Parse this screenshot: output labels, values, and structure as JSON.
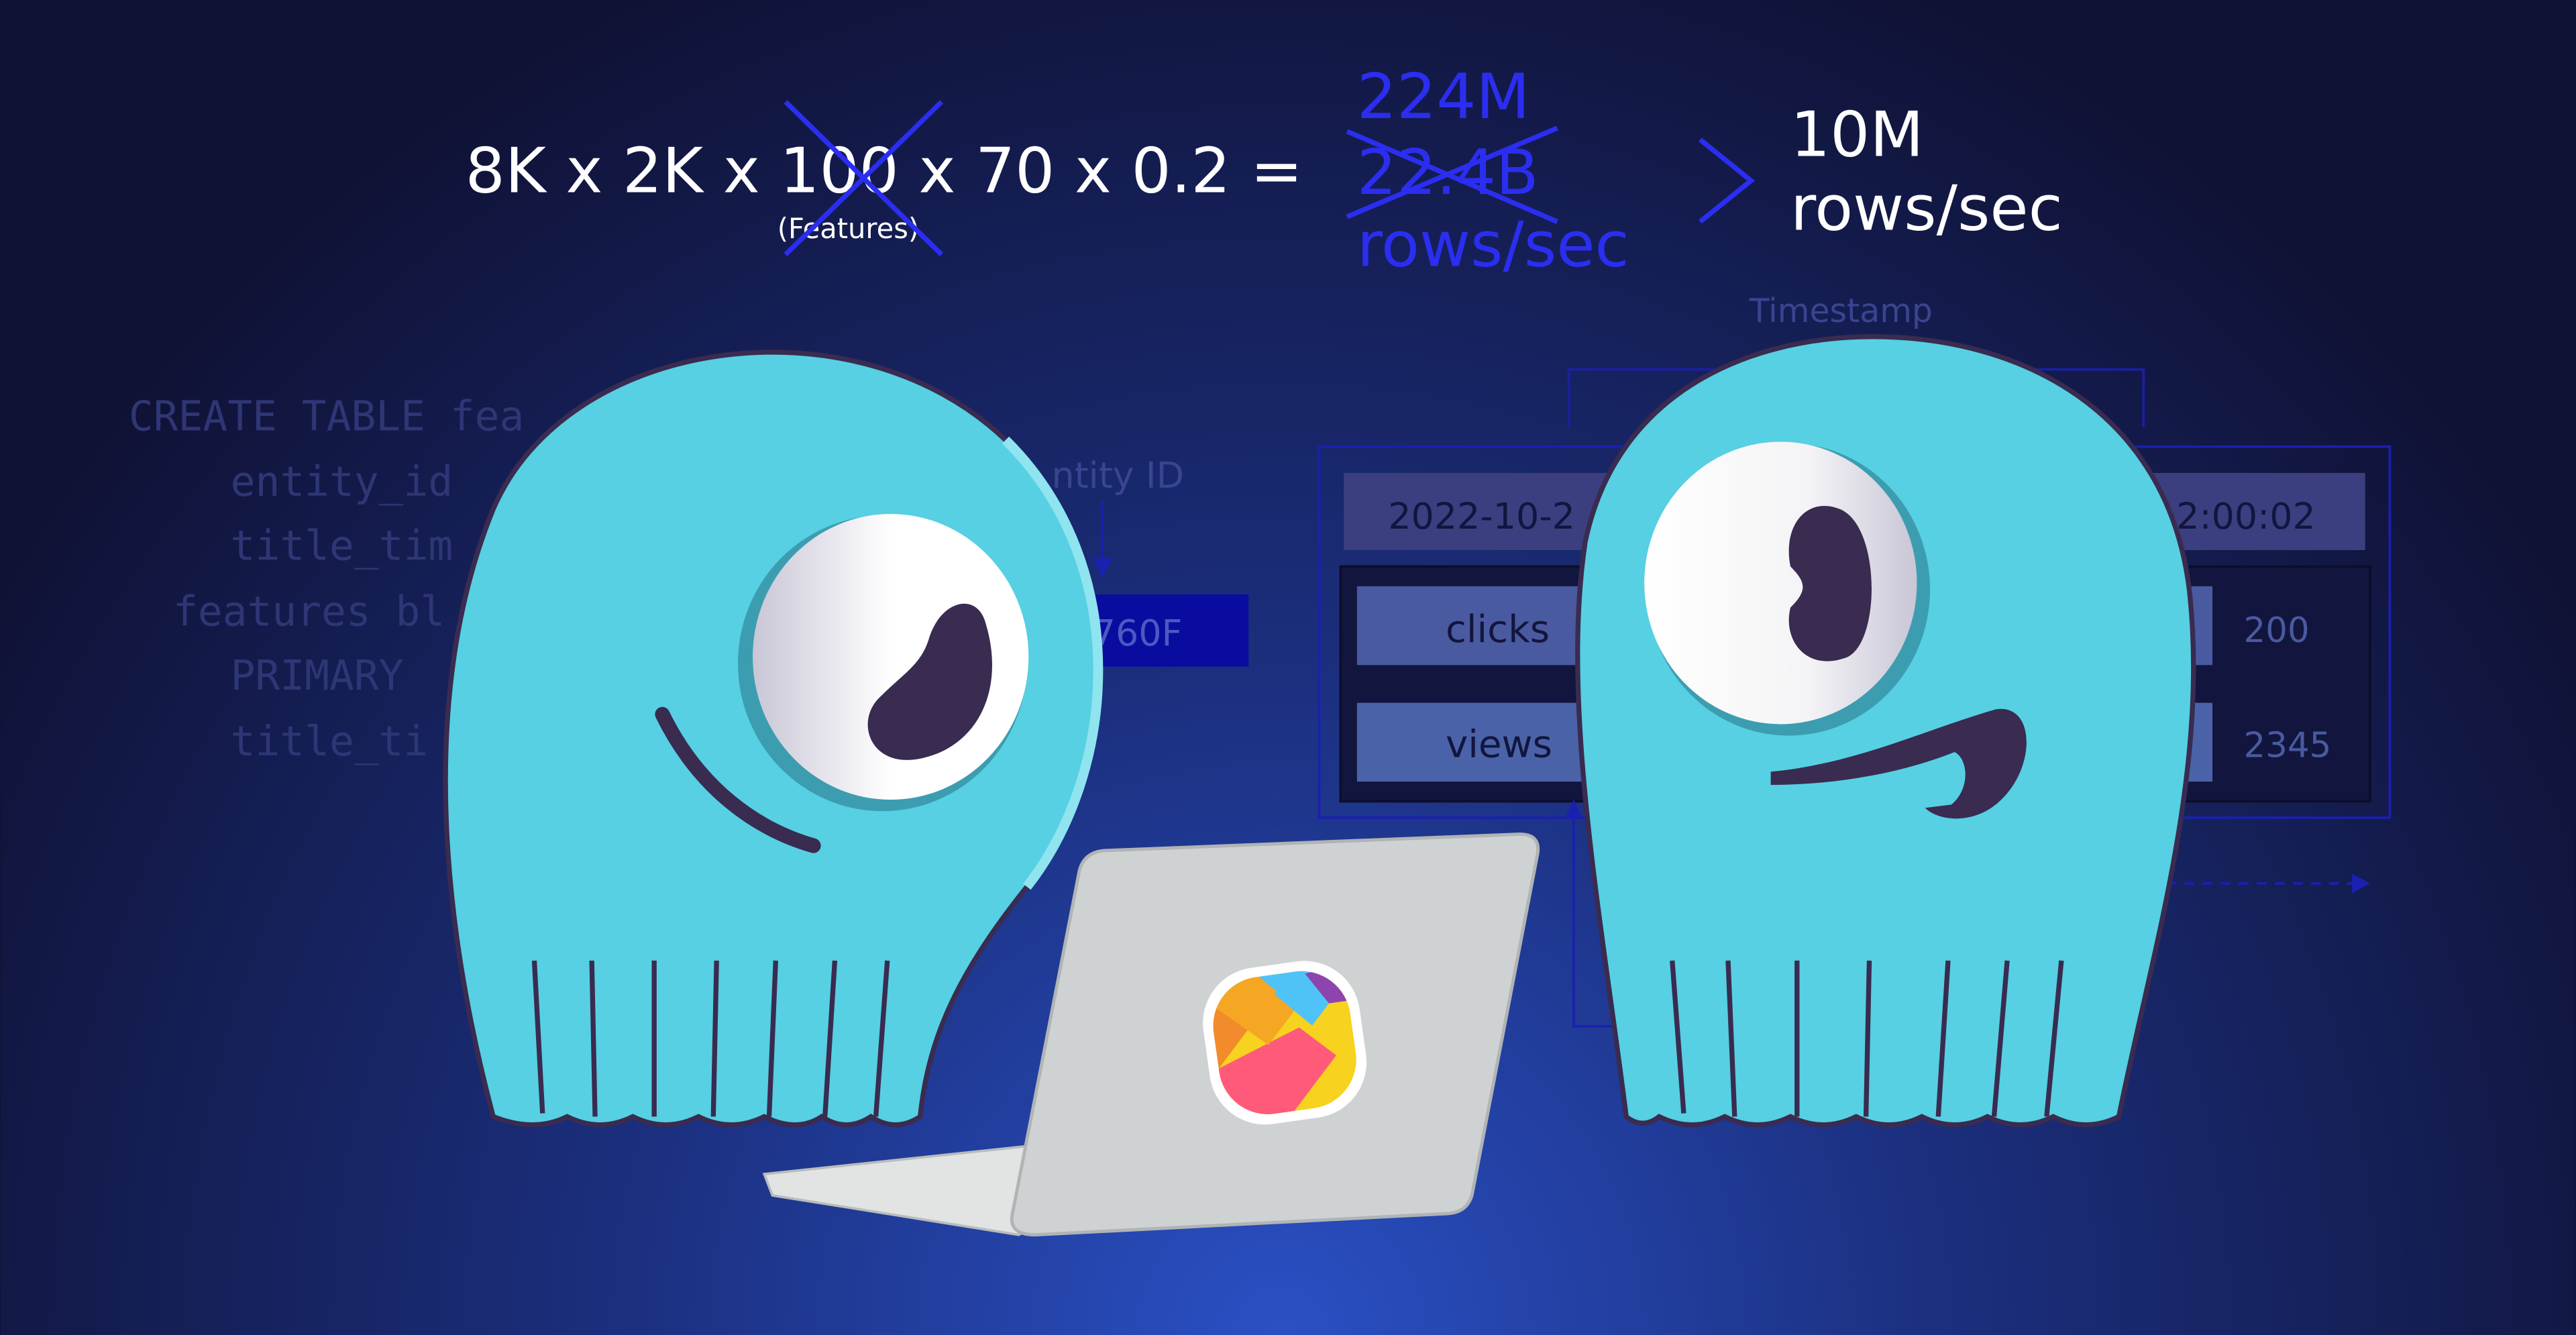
{
  "equation": {
    "left": "8K x 2K x 100 x 70 x 0.2 =",
    "features_note": "(Features)",
    "corrected_result": "224M",
    "struck_result": "22.4B",
    "result_unit": "rows/sec",
    "target_value": "10M",
    "target_unit": "rows/sec"
  },
  "sql": {
    "lines": [
      "CREATE TABLE fea",
      "entity_id",
      "title_tim",
      "features bl",
      "PRIMARY",
      "title_ti"
    ]
  },
  "diagram": {
    "entity_label": "ntity ID",
    "entity_value": "760F",
    "timestamp_label": "Timestamp",
    "date_left": "2022-10-2",
    "date_right": "2:00:02",
    "rows": [
      {
        "name": "clicks",
        "value": "200"
      },
      {
        "name": "views",
        "value": "2345"
      }
    ]
  },
  "colors": {
    "background_dark": "#101235",
    "background_glow": "#2a50c4",
    "monster": "#56d0e2",
    "monster_dark": "#3a2b50",
    "ink_blue": "#2b2ef0",
    "laptop": "#cfd2d3"
  }
}
